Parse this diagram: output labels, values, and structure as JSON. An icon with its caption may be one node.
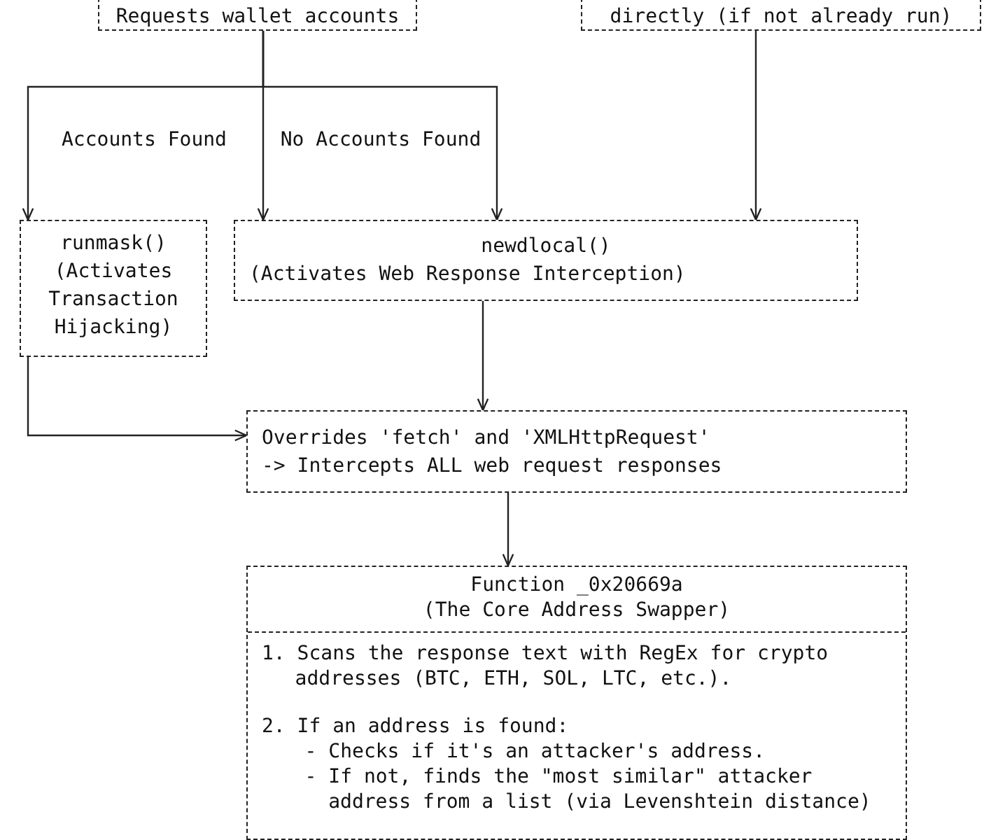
{
  "diagram": {
    "nodes": [
      {
        "text": [
          "Requests wallet accounts"
        ]
      },
      {
        "text": [
          "directly (if not already run)"
        ]
      },
      {
        "text": [
          "runmask()",
          "(Activates Transaction Hijacking)"
        ]
      },
      {
        "text": [
          "newdlocal()",
          "(Activates Web Response Interception)"
        ]
      },
      {
        "text": [
          "Overrides 'fetch' and 'XMLHttpRequest'",
          "-> Intercepts ALL web request responses"
        ]
      },
      {
        "text": [
          "Function _0x20669a",
          "(The Core Address Swapper)",
          "1. Scans the response text with RegEx for crypto addresses (BTC, ETH, SOL, LTC, etc.).",
          "2. If an address is found:",
          "- Checks if it's an attacker's address.",
          "- If not, finds the \"most similar\" attacker address from a list (via Levenshtein distance)"
        ]
      }
    ],
    "edges": [
      {
        "from": 0,
        "to": 2,
        "arrow": "to",
        "label": "Accounts Found"
      },
      {
        "from": 0,
        "to": 3,
        "arrow": "to",
        "label": "No Accounts Found"
      },
      {
        "from": 0,
        "to": 3,
        "arrow": "to"
      },
      {
        "from": 1,
        "to": 3,
        "arrow": "to"
      },
      {
        "from": 2,
        "to": 4,
        "arrow": "to"
      },
      {
        "from": 3,
        "to": 4,
        "arrow": "to"
      },
      {
        "from": 4,
        "to": 5,
        "arrow": "to"
      }
    ]
  }
}
